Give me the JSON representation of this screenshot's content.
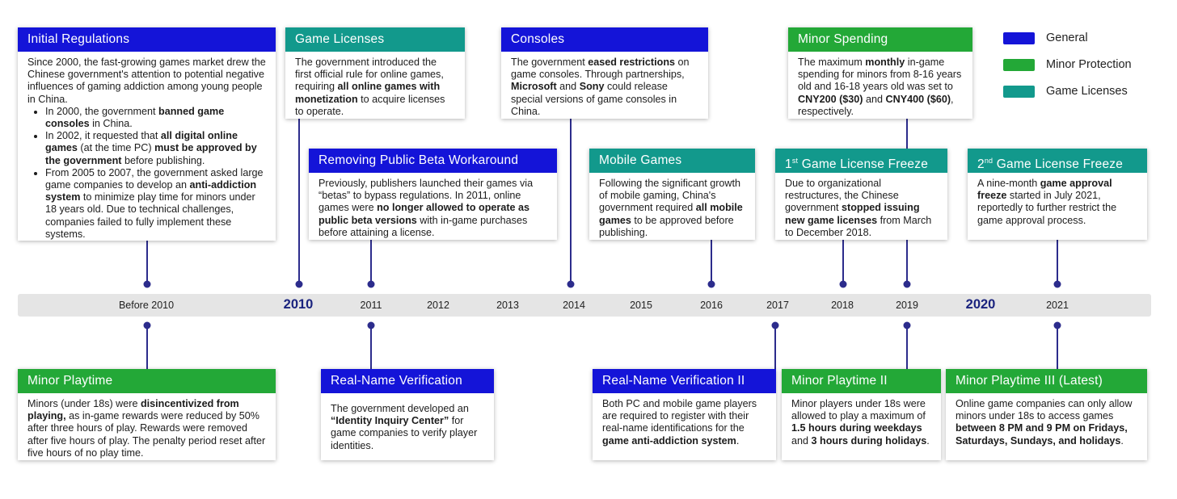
{
  "colors": {
    "general": "#1414d8",
    "minor_protection": "#23a837",
    "game_licenses": "#12998c",
    "connector": "#2c2c8c",
    "timeline_band": "#e5e5e5"
  },
  "legend": [
    {
      "label": "General",
      "category": "general"
    },
    {
      "label": "Minor Protection",
      "category": "minor_protection"
    },
    {
      "label": "Game Licenses",
      "category": "game_licenses"
    }
  ],
  "timeline": {
    "years": [
      "Before 2010",
      "2010",
      "2011",
      "2012",
      "2013",
      "2014",
      "2015",
      "2016",
      "2017",
      "2018",
      "2019",
      "2020",
      "2021"
    ]
  },
  "cards": {
    "initial_regulations": {
      "title": "Initial Regulations",
      "intro": "Since 2000, the fast-growing games market drew the Chinese government's attention to potential negative influences of gaming addiction among young people in China.",
      "bullets": [
        {
          "a": "In 2000, the government ",
          "b": "banned game consoles",
          "c": " in China."
        },
        {
          "a": "In 2002, it requested that ",
          "b": "all digital online games",
          "c": " (at the time PC) ",
          "d": "must be approved by the government",
          "e": " before publishing."
        },
        {
          "a": "From 2005 to 2007, the government asked large game companies to develop an ",
          "b": "anti-addiction system",
          "c": " to minimize play time for minors under 18 years old. Due to technical challenges, companies failed to fully implement these systems."
        }
      ]
    },
    "game_licenses": {
      "title": "Game Licenses",
      "p1": "The government introduced the first official rule for online games, requiring ",
      "b1": "all online games with monetization",
      "p2": " to acquire licenses to operate."
    },
    "consoles": {
      "title": "Consoles",
      "p1": "The government ",
      "b1": "eased restrictions",
      "p2": " on game consoles. Through partnerships, ",
      "b2": "Microsoft",
      "p3": " and ",
      "b3": "Sony",
      "p4": " could release special versions of game consoles in China."
    },
    "minor_spending": {
      "title": "Minor Spending",
      "p1": "The maximum ",
      "b1": "monthly",
      "p2": " in-game spending for minors from 8-16 years old and 16-18 years old was set to ",
      "b2": "CNY200 ($30)",
      "p3": " and ",
      "b3": "CNY400 ($60)",
      "p4": ", respectively."
    },
    "removing_beta": {
      "title": "Removing Public Beta Workaround",
      "p1": "Previously, publishers launched their games via “betas” to bypass regulations. In 2011, online games were ",
      "b1": "no longer allowed to operate as public beta versions",
      "p2": " with in-game purchases before attaining a license."
    },
    "mobile_games": {
      "title": "Mobile Games",
      "p1": "Following the significant growth of mobile gaming, China's government required ",
      "b1": "all mobile games",
      "p2": " to be approved before publishing."
    },
    "freeze_1": {
      "title_pre": "1",
      "title_sup": "st",
      "title_post": " Game License Freeze",
      "p1": "Due to organizational restructures, the Chinese government ",
      "b1": "stopped issuing new game licenses",
      "p2": " from March to December 2018."
    },
    "freeze_2": {
      "title_pre": "2",
      "title_sup": "nd",
      "title_post": " Game License Freeze",
      "p1": "A nine-month ",
      "b1": "game approval freeze",
      "p2": " started in July 2021, reportedly to further restrict the game approval process."
    },
    "minor_playtime": {
      "title": "Minor Playtime",
      "p1": "Minors (under 18s) were ",
      "b1": "disincentivized from playing,",
      "p2": " as in-game rewards were reduced by 50% after three hours of play. Rewards were removed after five hours of play. The penalty period reset after five hours of no play time."
    },
    "real_name": {
      "title": "Real-Name Verification",
      "p1": "The government developed an ",
      "b1": "“Identity Inquiry Center”",
      "p2": " for game companies to verify player identities."
    },
    "real_name_2": {
      "title": "Real-Name Verification II",
      "p1": "Both PC and mobile game players are required to register with their real-name identifications for the ",
      "b1": "game anti-addiction system",
      "p2": "."
    },
    "minor_playtime_2": {
      "title": "Minor Playtime II",
      "p1": "Minor players under 18s were allowed to play a maximum of ",
      "b1": "1.5 hours during weekdays",
      "p2": " and ",
      "b2": "3 hours during holidays",
      "p3": "."
    },
    "minor_playtime_3": {
      "title": "Minor Playtime III (Latest)",
      "p1": "Online game companies can only allow minors under 18s to access games ",
      "b1": "between 8 PM and 9 PM on Fridays, Saturdays, Sundays, and holidays",
      "p2": "."
    }
  }
}
